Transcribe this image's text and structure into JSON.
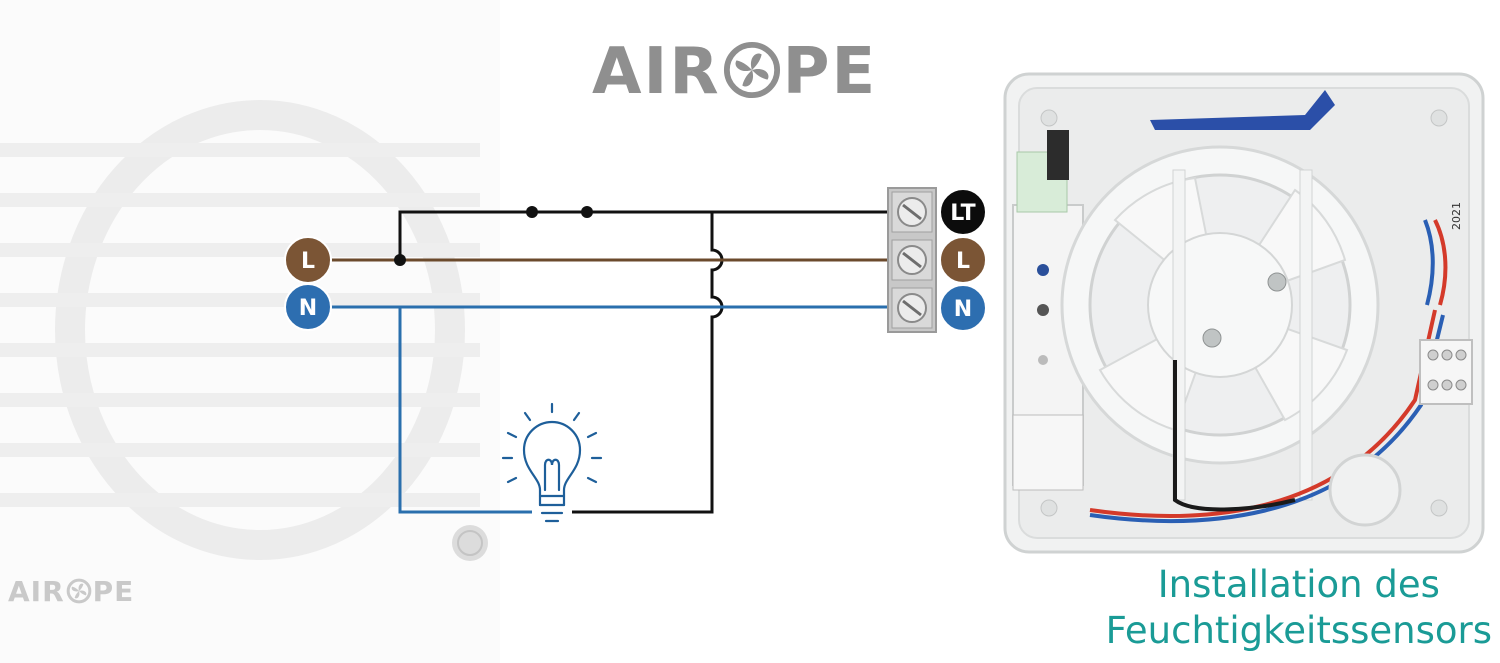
{
  "brand": {
    "name_top": "AIR",
    "name_top_suffix": "PE",
    "name_small": "AIR",
    "name_small_suffix": "PE"
  },
  "diagram": {
    "labels": {
      "live_left": "L",
      "neutral_left": "N",
      "lt_right": "LT",
      "live_right": "L",
      "neutral_right": "N"
    },
    "colors": {
      "live_wire": "#6b4a2c",
      "neutral_wire": "#2a6fad",
      "switch_wire": "#111111",
      "live_badge": "#7b5535",
      "neutral_badge": "#2d6eb0",
      "lt_badge": "#0c0c0c",
      "bulb": "#1e5f9a",
      "caption": "#1a9b96"
    },
    "icons": [
      "fan-logo-icon",
      "light-bulb-icon",
      "terminal-screw-icon",
      "bathroom-fan-icon"
    ]
  },
  "caption": {
    "line1": "Installation des",
    "line2": "Feuchtigkeitssensors"
  },
  "device_label": "2021"
}
